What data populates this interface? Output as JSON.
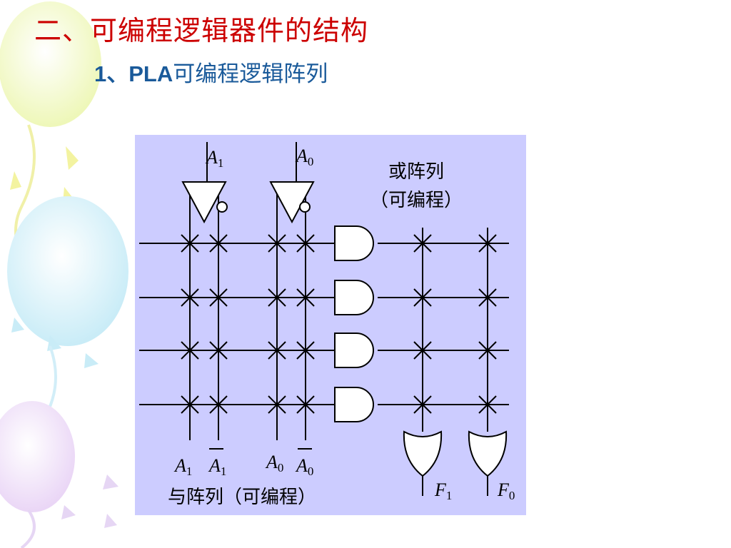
{
  "slide": {
    "title": "二、可编程逻辑器件的结构",
    "subtitle_number": "1、PLA",
    "subtitle_text": "可编程逻辑阵列"
  },
  "diagram": {
    "or_array_label_line1": "或阵列",
    "or_array_label_line2": "（可编程）",
    "and_array_label": "与阵列（可编程）",
    "inputs": [
      {
        "var": "A",
        "sub": "1"
      },
      {
        "var": "A",
        "sub": "0"
      }
    ],
    "column_labels": [
      {
        "var": "A",
        "sub": "1",
        "bar": false
      },
      {
        "var": "A",
        "sub": "1",
        "bar": true
      },
      {
        "var": "A",
        "sub": "0",
        "bar": false
      },
      {
        "var": "A",
        "sub": "0",
        "bar": true
      }
    ],
    "outputs": [
      {
        "var": "F",
        "sub": "1"
      },
      {
        "var": "F",
        "sub": "0"
      }
    ],
    "product_terms": 4,
    "colors": {
      "panel": "#ccccff",
      "line": "#000000",
      "title": "#cc0000",
      "subtitle": "#1a5a9a"
    }
  }
}
